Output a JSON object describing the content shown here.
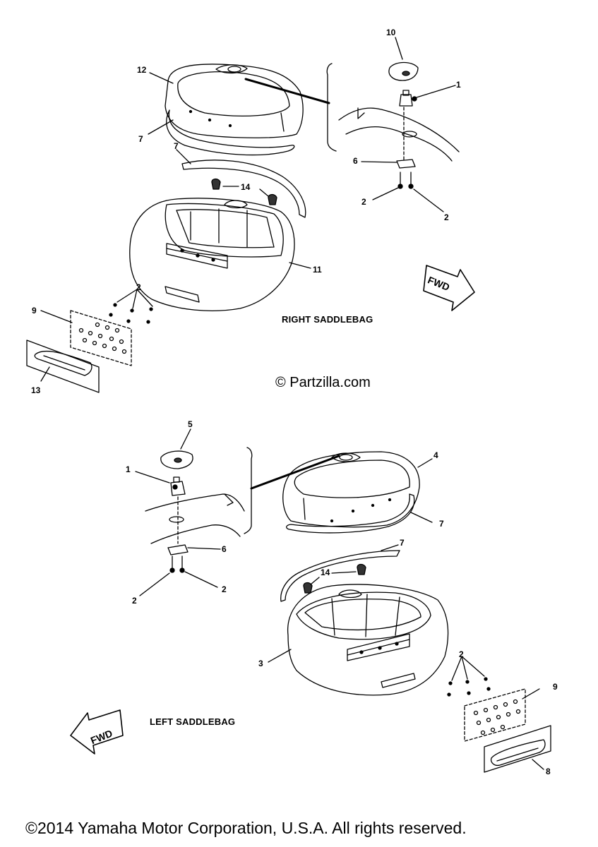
{
  "diagram": {
    "right_section_title": "RIGHT SADDLEBAG",
    "left_section_title": "LEFT SADDLEBAG",
    "fwd_label": "FWD",
    "watermark": "© Partzilla.com",
    "copyright": "©2014 Yamaha Motor Corporation, U.S.A. All rights reserved.",
    "callouts": {
      "r10": "10",
      "r1": "1",
      "r12": "12",
      "r7a": "7",
      "r7b": "7",
      "r6": "6",
      "r14": "14",
      "r2a": "2",
      "r2b": "2",
      "r11": "11",
      "r2c": "2",
      "r9": "9",
      "r13": "13",
      "l5": "5",
      "l1": "1",
      "l4": "4",
      "l7a": "7",
      "l6": "6",
      "l7b": "7",
      "l2a": "2",
      "l2b": "2",
      "l14": "14",
      "l3": "3",
      "l2c": "2",
      "l9": "9",
      "l8": "8"
    }
  }
}
